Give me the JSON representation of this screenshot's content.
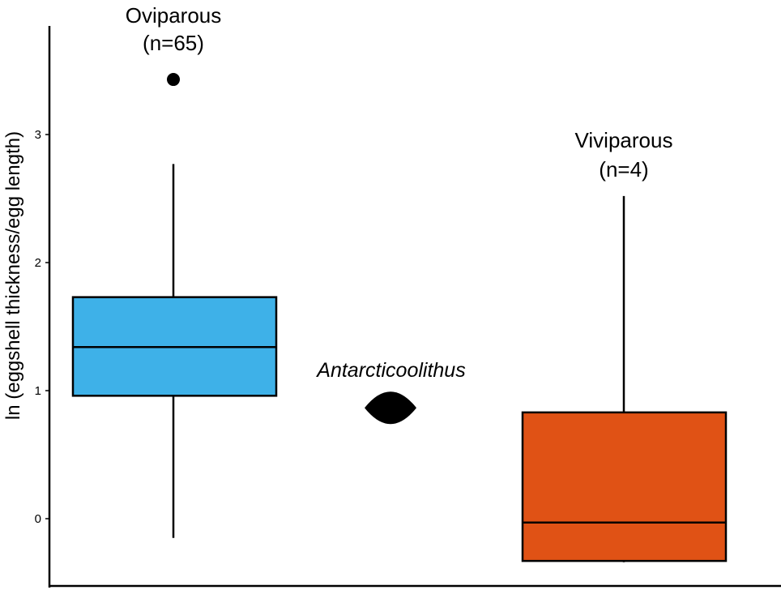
{
  "chart_data": {
    "type": "box",
    "ylabel": "ln (eggshell thickness/egg length)",
    "ylim": [
      -0.5,
      3.85
    ],
    "yticks": [
      0,
      1,
      2,
      3
    ],
    "grid": false,
    "groups": [
      {
        "name": "Oviparous",
        "n_label": "(n=65)",
        "color": "#3EB1E8",
        "whisker_low": -0.15,
        "q1": 0.96,
        "median": 1.34,
        "q3": 1.73,
        "whisker_high": 2.77,
        "outliers": [
          3.43
        ]
      },
      {
        "name": "Viviparous",
        "n_label": "(n=4)",
        "color": "#E05215",
        "whisker_low": -0.34,
        "q1": -0.33,
        "median": -0.03,
        "q3": 0.83,
        "whisker_high": 2.52,
        "outliers": []
      }
    ],
    "annotation": {
      "text": "Antarcticoolithus",
      "value": 0.91,
      "marker": "egg-shape"
    }
  }
}
